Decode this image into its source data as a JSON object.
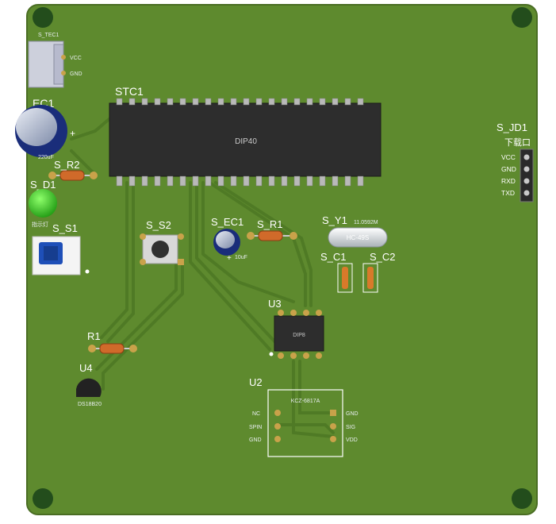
{
  "board": {
    "board_color": "#5e8a2e",
    "trace_color": "#4f7a25",
    "pad_color": "#c9a24a",
    "silk_color": "#ffffff"
  },
  "labels": {
    "stc1": "STC1",
    "dip40": "DIP40",
    "ec1": "EC1",
    "ec1_value": "220uF",
    "s_tec1": "S_TEC1",
    "vcc": "VCC",
    "gnd": "GND",
    "s_r2": "S_R2",
    "s_d1": "S_D1",
    "s_d1_note": "指示灯",
    "s_s1": "S_S1",
    "s_s2": "S_S2",
    "s_ec1": "S_EC1",
    "s_ec1_value": "10uF",
    "s_r1": "S_R1",
    "s_y1": "S_Y1",
    "s_y1_note": "11.0592M",
    "crystal": "HC-49S",
    "s_c1": "S_C1",
    "s_c2": "S_C2",
    "s_jd1": "S_JD1",
    "s_jd1_title": "下载口",
    "jd_pins": [
      "VCC",
      "GND",
      "RXD",
      "TXD"
    ],
    "u3": "U3",
    "dip8": "DIP8",
    "r1": "R1",
    "u4": "U4",
    "u4_part": "DS18B20",
    "u2": "U2",
    "u2_part": "KCZ-6817A",
    "u2_left": [
      "NC",
      "SPIN",
      "GND"
    ],
    "u2_right": [
      "GND",
      "SIG",
      "VDD"
    ]
  }
}
